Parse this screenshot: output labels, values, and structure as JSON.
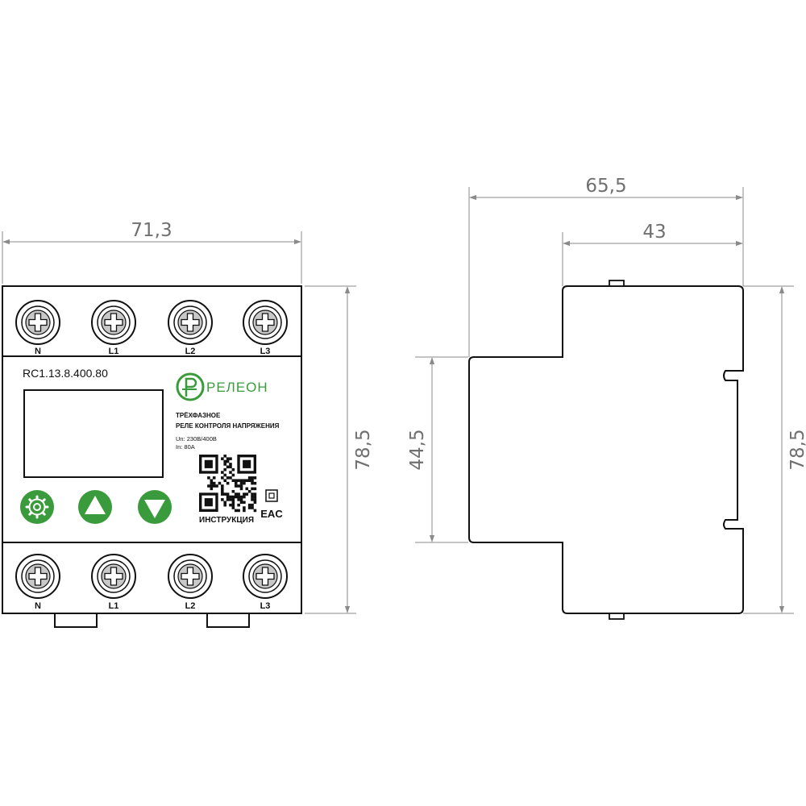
{
  "dimensions": {
    "front_width": "71,3",
    "front_height": "78,5",
    "side_total_depth": "65,5",
    "side_depth": "43",
    "side_front_height": "44,5",
    "side_height": "78,5"
  },
  "device": {
    "model": "RC1.13.8.400.80",
    "brand": "РЕЛЕОН",
    "title_line1": "ТРЁХФАЗНОЕ",
    "title_line2": "РЕЛЕ КОНТРОЛЯ НАПРЯЖЕНИЯ",
    "rating_voltage": "Un: 230В/400В",
    "rating_current": "In: 80A",
    "qr_caption": "ИНСТРУКЦИЯ",
    "cert_mark": "EAC",
    "top_terminals": [
      "N",
      "L1",
      "L2",
      "L3"
    ],
    "bottom_terminals": [
      "N",
      "L1",
      "L2",
      "L3"
    ],
    "buttons": [
      {
        "name": "settings",
        "icon": "gear-icon"
      },
      {
        "name": "up",
        "icon": "arrow-up-icon"
      },
      {
        "name": "down",
        "icon": "arrow-down-icon"
      }
    ]
  },
  "colors": {
    "accent": "#3a9b3c",
    "outline": "#111111",
    "dimension": "#8a8a8a"
  }
}
